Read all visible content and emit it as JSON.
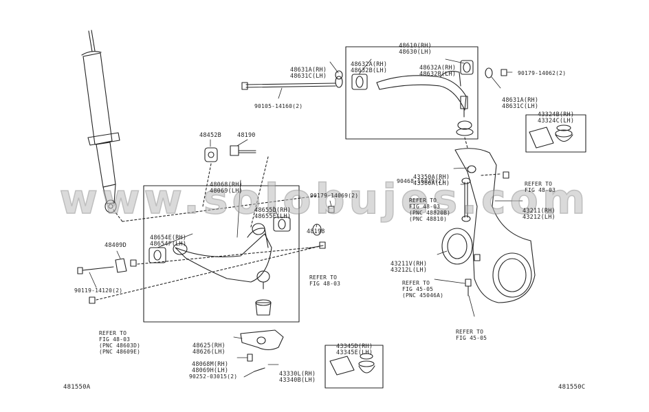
{
  "watermark": "www.solobujes.com",
  "colors": {
    "line": "#222222",
    "watermark_fill": "#bdbdbd",
    "watermark_stroke": "#8a8a8a"
  },
  "labels": {
    "upper_arm": [
      "48610(RH)",
      "48630(LH)"
    ],
    "bushing_a_left": [
      "48631A(RH)",
      "48631C(LH)"
    ],
    "bushing_b_left": [
      "48632A(RH)",
      "48632B(LH)"
    ],
    "bushing_b_right": [
      "48632A(RH)",
      "48632B(LH)"
    ],
    "nut_upper": "90179-14062(2)",
    "bushing_a_right": [
      "48631A(RH)",
      "48631C(LH)"
    ],
    "upper_bolt": "90105-14160(2)",
    "boot_kit_upper": [
      "43324B(RH)",
      "43324C(LH)"
    ],
    "cam_plate": "48452B",
    "cam_bolt": "48190",
    "lower_arm": [
      "48068(RH)",
      "48069(LH)"
    ],
    "lower_bush_rear": [
      "48655D(RH)",
      "48655E(LH)"
    ],
    "lower_nut": "90179-14069(2)",
    "lower_bush_front": [
      "48654E(RH)",
      "48654F(LH)"
    ],
    "washer": "48198",
    "stopper": "48409D",
    "lower_bolt": "90119-14120(2)",
    "refer_mid": [
      "REFER TO",
      "FIG 48-03"
    ],
    "refer_left": [
      "REFER TO",
      "FIG 48-03",
      "(PNC 48603D)",
      "(PNC 48609E)"
    ],
    "ball_joint": [
      "48625(RH)",
      "48626(LH)"
    ],
    "ball_bolt": [
      "48068M(RH)",
      "48069H(LH)"
    ],
    "pin": "90252-03015(2)",
    "ball_joint_kit": [
      "43330L(RH)",
      "43340B(LH)"
    ],
    "boot_kit_lower": [
      "43345D(RH)",
      "43345E(LH)"
    ],
    "part_43350": [
      "43350A(RH)",
      "43360A(LH)"
    ],
    "bolt_90468": "90468-16029(2)",
    "refer_stab": [
      "REFER TO",
      "FIG 48-03",
      "(PNC 48820B)",
      "(PNC 48810)"
    ],
    "refer_right": [
      "REFER TO",
      "FIG 48-03"
    ],
    "knuckle": [
      "43211(RH)",
      "43212(LH)"
    ],
    "seal": [
      "43211V(RH)",
      "43212L(LH)"
    ],
    "refer_hub": [
      "REFER TO",
      "FIG 45-05",
      "(PNC 45046A)"
    ],
    "refer_tie": [
      "REFER TO",
      "FIG 45-05"
    ],
    "fig_left": "481550A",
    "fig_right": "481550C"
  }
}
